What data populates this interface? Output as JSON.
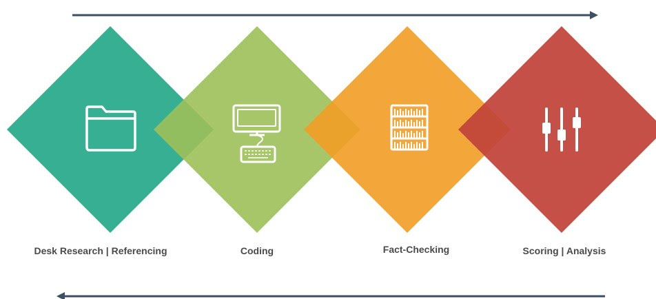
{
  "steps": [
    {
      "label": "Desk Research | Referencing",
      "color": "#27a98a",
      "icon": "folder-icon"
    },
    {
      "label": "Coding",
      "color": "#9dc05a",
      "icon": "computer-icon"
    },
    {
      "label": "Fact-Checking",
      "color": "#f29d26",
      "icon": "bookshelf-icon"
    },
    {
      "label": "Scoring | Analysis",
      "color": "#c0433a",
      "icon": "sliders-icon"
    }
  ],
  "arrow_color": "#3d4f63"
}
